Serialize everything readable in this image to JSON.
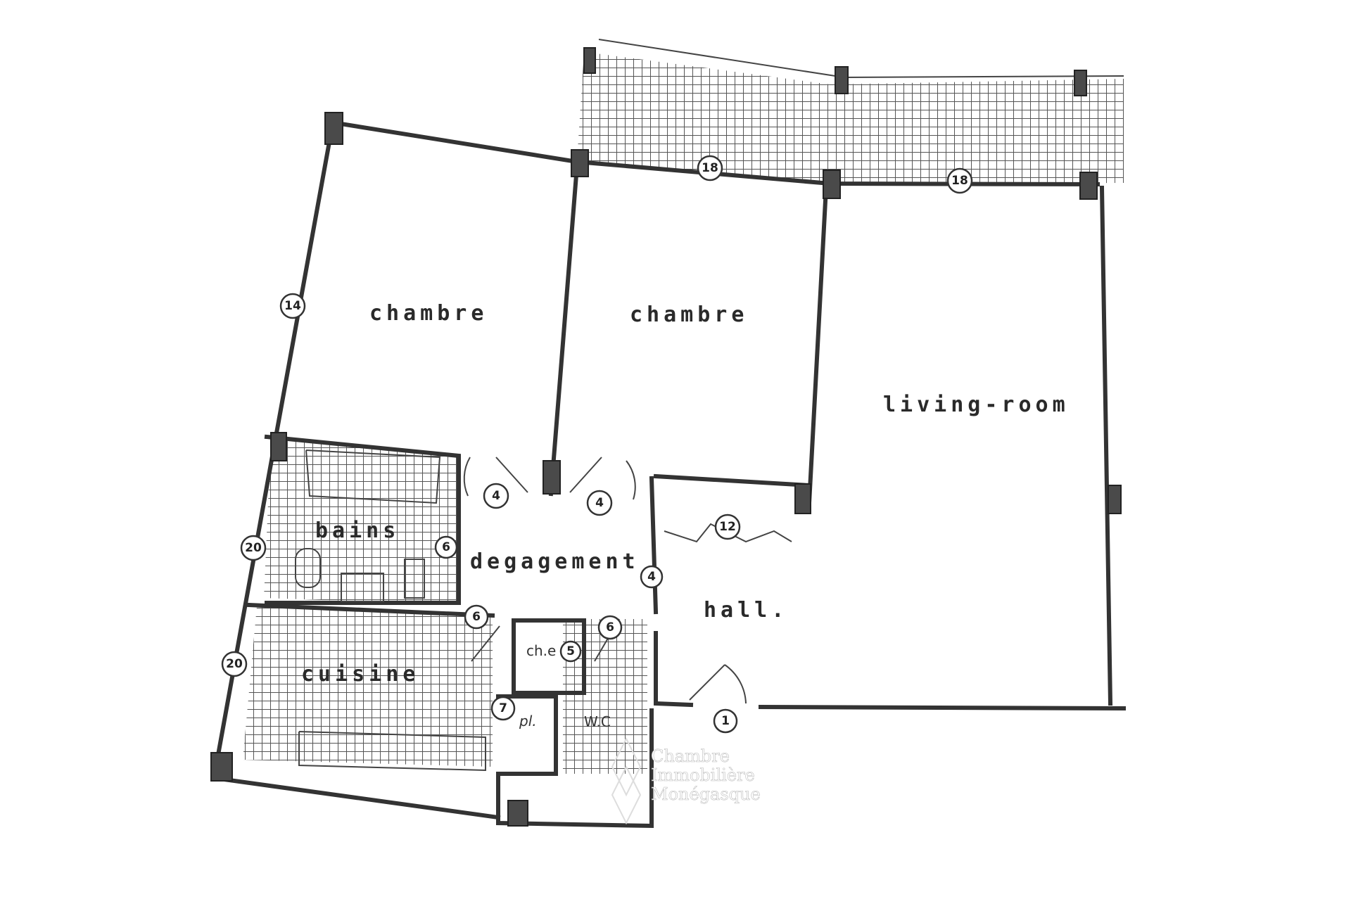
{
  "rooms": {
    "chambre_1": "chambre",
    "chambre_2": "chambre",
    "living_room": "living-room",
    "bains": "bains",
    "degagement": "degagement",
    "cuisine": "cuisine",
    "hall": "hall.",
    "chauffe_eau": "ch.e",
    "placard": "pl.",
    "wc": "W.C"
  },
  "markers": [
    "14",
    "18",
    "18",
    "4",
    "4",
    "12",
    "6",
    "20",
    "4",
    "6",
    "6",
    "20",
    "5",
    "7",
    "1"
  ],
  "watermark": {
    "line1": "Chambre",
    "line2": "Immobilière",
    "line3": "Monégasque"
  },
  "colors": {
    "ink": "#333333",
    "hatch": "#555555",
    "background": "#ffffff"
  }
}
